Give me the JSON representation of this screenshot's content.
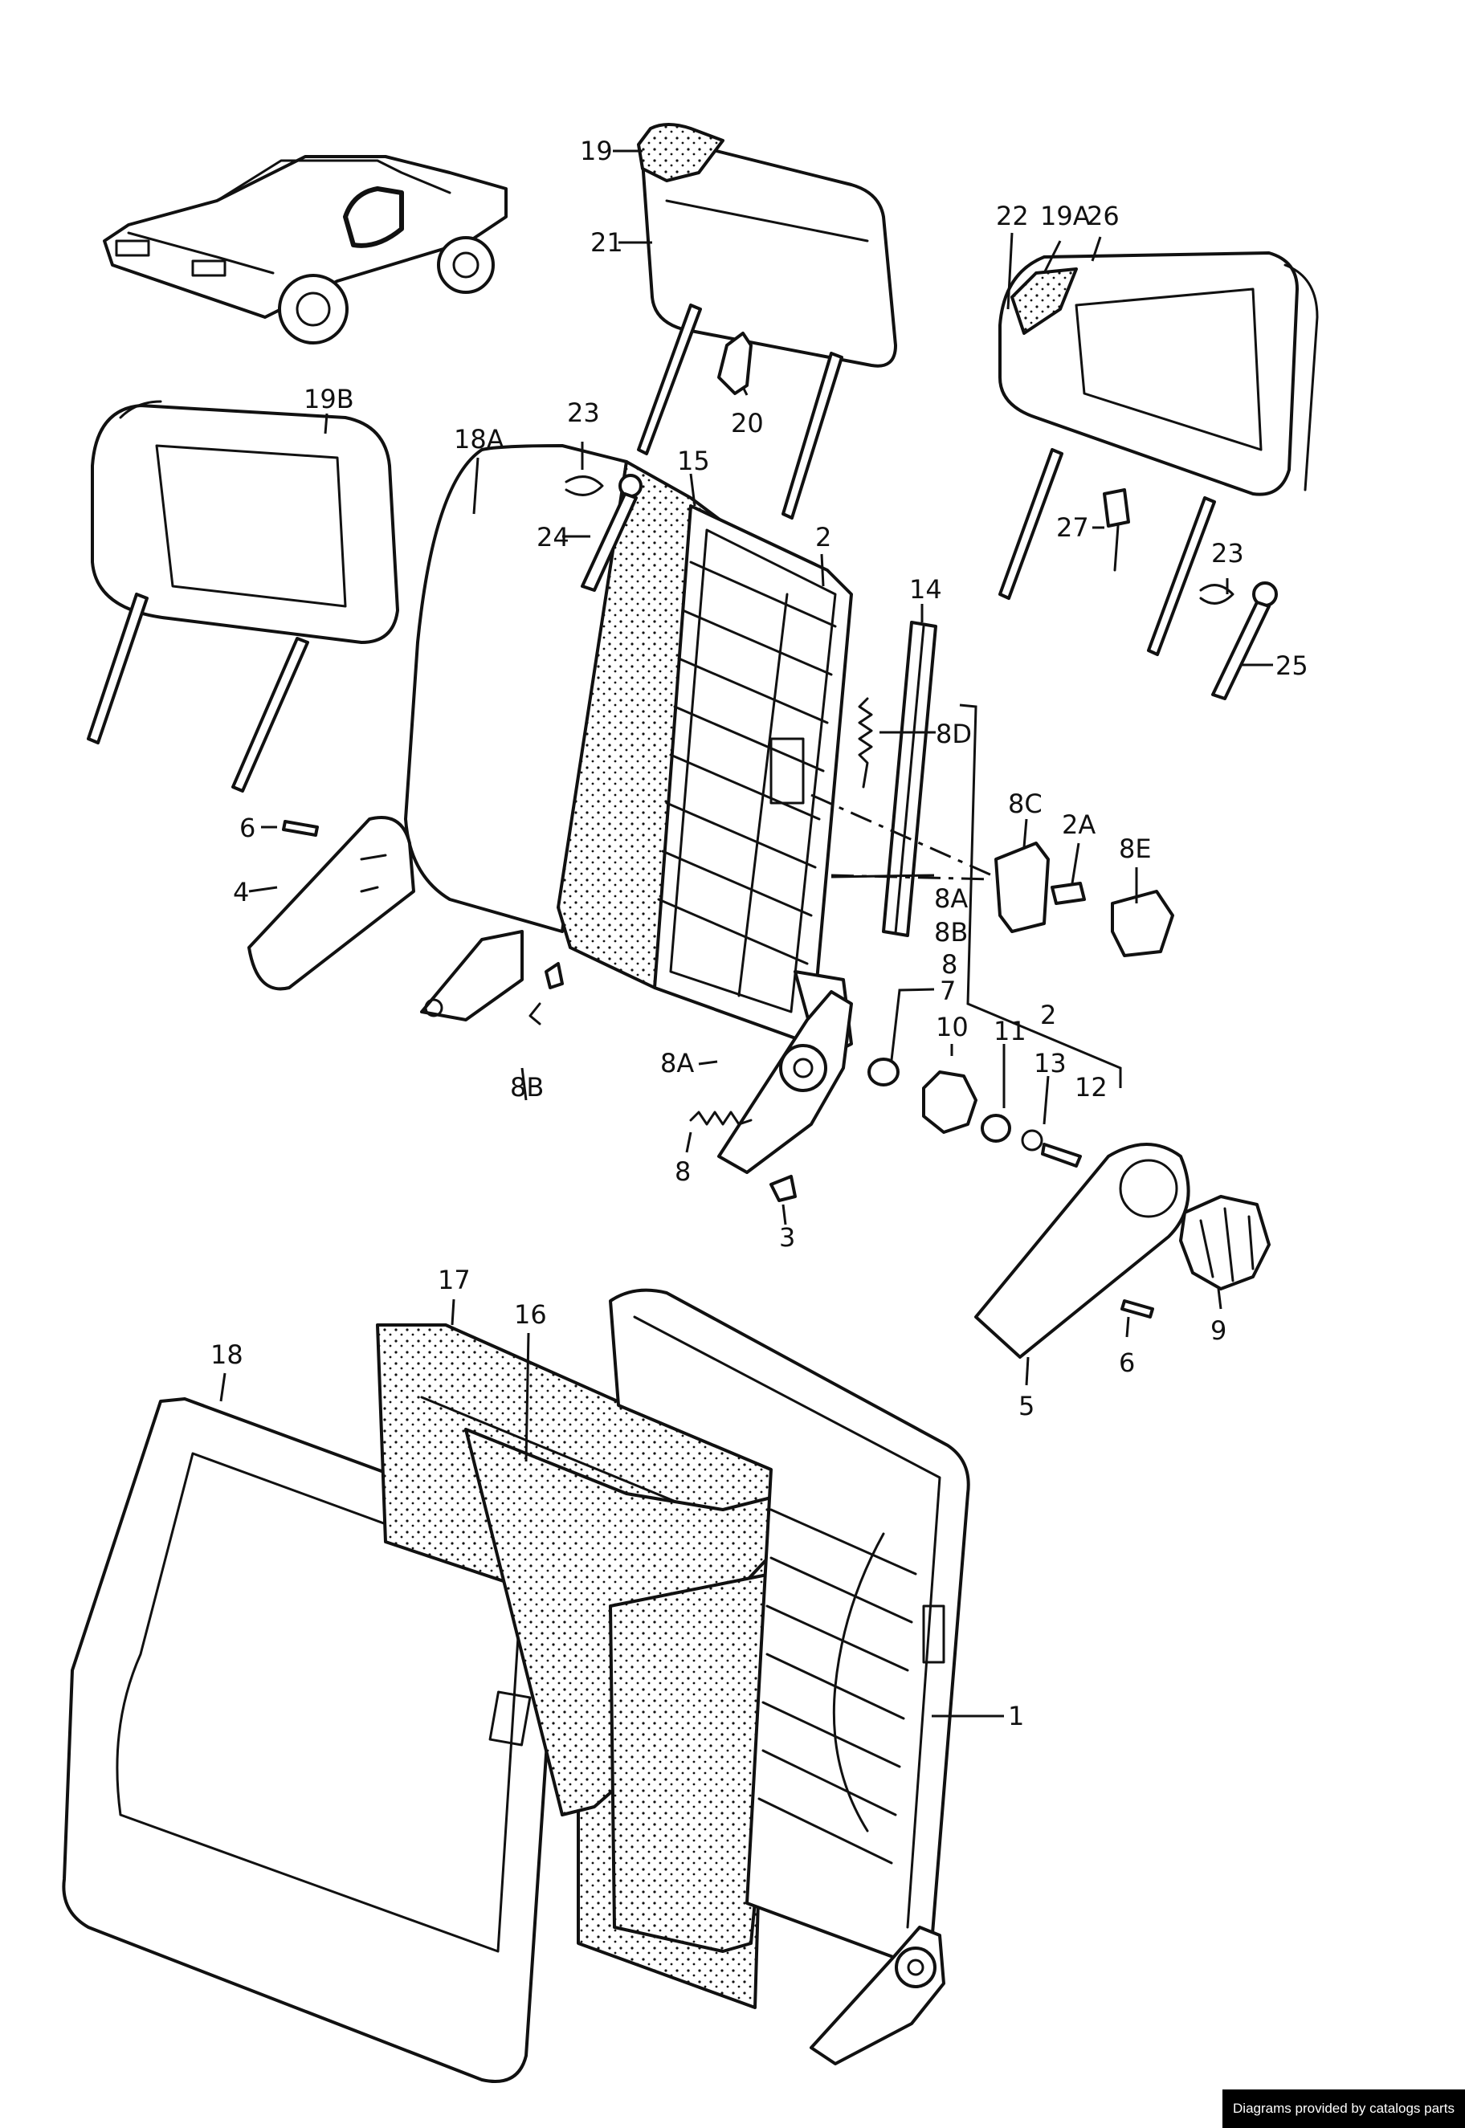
{
  "labels": {
    "l19": "19",
    "l21": "21",
    "l20": "20",
    "l22": "22",
    "l19a": "19A",
    "l26": "26",
    "l19b": "19B",
    "l18a": "18A",
    "l23a": "23",
    "l15": "15",
    "l24": "24",
    "l2a": "2",
    "l14": "14",
    "l27": "27",
    "l23b": "23",
    "l25": "25",
    "l8d": "8D",
    "l6a": "6",
    "l4": "4",
    "l8c": "8C",
    "l2A": "2A",
    "l8e": "8E",
    "l8A1": "8A",
    "l8B1": "8B",
    "l8b": "8",
    "l7": "7",
    "l10": "10",
    "l11": "11",
    "l13": "13",
    "l2b": "2",
    "l12": "12",
    "l8A2": "8A",
    "l8B2": "8B",
    "l8c2": "8",
    "l3": "3",
    "l9": "9",
    "l6b": "6",
    "l5": "5",
    "l17": "17",
    "l16": "16",
    "l18": "18",
    "l1": "1"
  },
  "credit": "Diagrams provided by catalogs parts"
}
